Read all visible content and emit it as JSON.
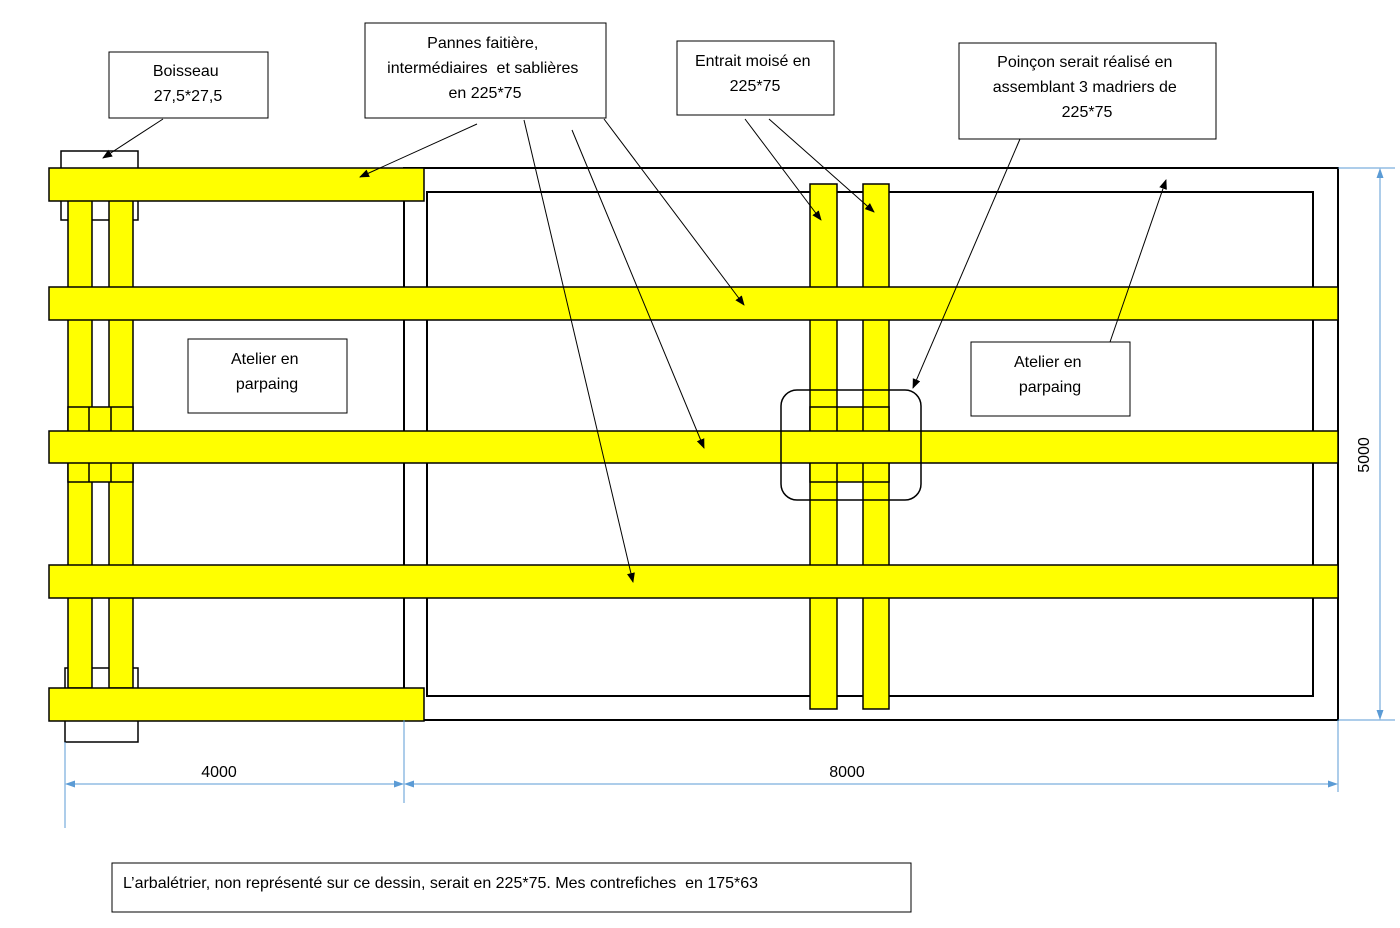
{
  "colors": {
    "beam": "#ffff00",
    "outline": "#000000",
    "dimension": "#5b9bd5"
  },
  "callouts": {
    "boisseau": {
      "lines": [
        "Boisseau",
        "27,5*27,5"
      ]
    },
    "pannes": {
      "lines": [
        "Pannes faitière,",
        "intermédiaires  et sablières",
        "en 225*75"
      ]
    },
    "entrait": {
      "lines": [
        "Entrait moisé en",
        "225*75"
      ]
    },
    "poincon": {
      "lines": [
        "Poinçon serait réalisé en",
        "assemblant 3 madriers de",
        "225*75"
      ]
    },
    "atelier_left": {
      "lines": [
        "Atelier en",
        "parpaing"
      ]
    },
    "atelier_right": {
      "lines": [
        "Atelier en",
        "parpaing"
      ]
    }
  },
  "dimensions": {
    "width_left": "4000",
    "width_right": "8000",
    "height": "5000"
  },
  "footnote": "L’arbalétrier, non représenté sur ce dessin, serait en 225*75. Mes contrefiches  en 175*63"
}
